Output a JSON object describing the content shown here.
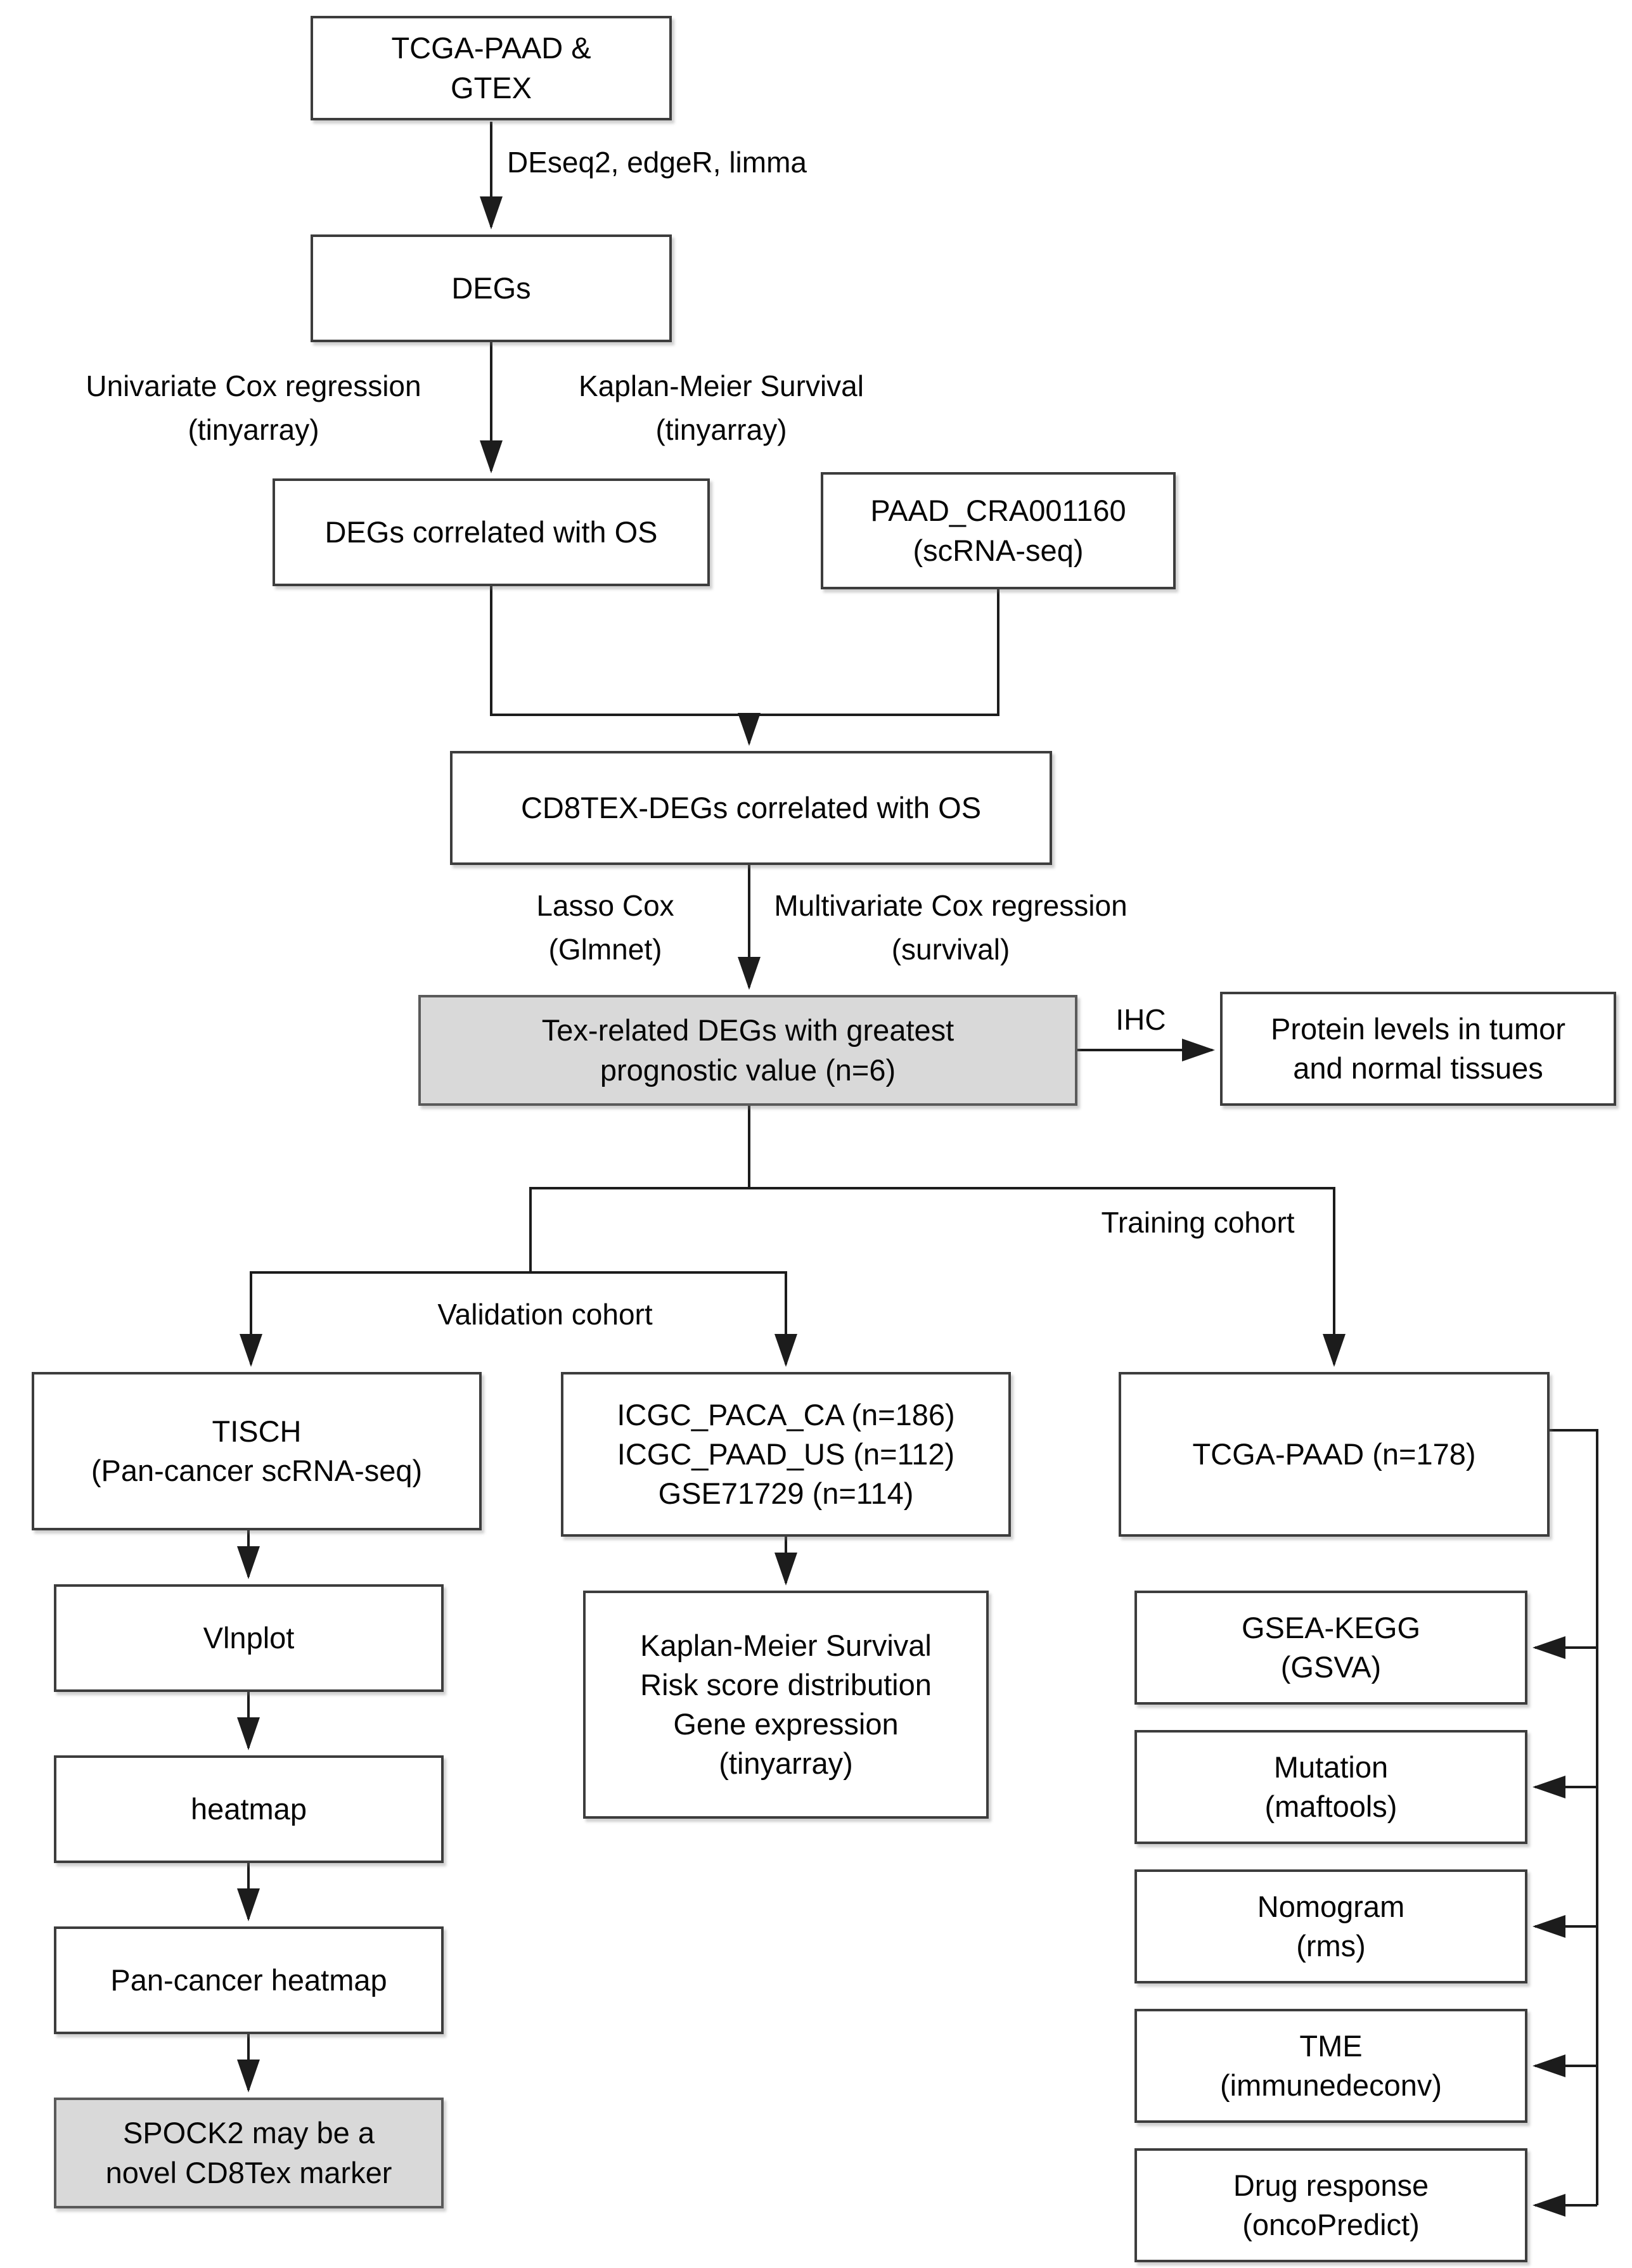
{
  "figure": {
    "type": "flowchart",
    "background": "#ffffff"
  },
  "colors": {
    "box_fill": "#ffffff",
    "highlight_fill": "#d9d9d9",
    "box_border": "#3d3d3d",
    "line": "#1c1c1c",
    "text": "#060606"
  },
  "nodes": {
    "tcga_gtex": {
      "label": "TCGA-PAAD &\nGTEX"
    },
    "degs": {
      "label": "DEGs"
    },
    "degs_os": {
      "label": "DEGs correlated with OS"
    },
    "paad_cra": {
      "label": "PAAD_CRA001160\n(scRNA-seq)"
    },
    "cd8tex": {
      "label": "CD8TEX-DEGs correlated with OS"
    },
    "tex_top": {
      "label": "Tex-related DEGs with greatest\nprognostic value (n=6)"
    },
    "protein": {
      "label": "Protein levels in tumor\nand normal tissues"
    },
    "tisch": {
      "label": "TISCH\n(Pan-cancer scRNA-seq)"
    },
    "icgc": {
      "label": "ICGC_PACA_CA (n=186)\nICGC_PAAD_US (n=112)\nGSE71729 (n=114)"
    },
    "tcga_paad": {
      "label": "TCGA-PAAD (n=178)"
    },
    "vlnplot": {
      "label": "Vlnplot"
    },
    "heatmap": {
      "label": "heatmap"
    },
    "pancancer": {
      "label": "Pan-cancer heatmap"
    },
    "spock2": {
      "label": "SPOCK2 may be a\nnovel CD8Tex marker"
    },
    "km_box": {
      "label": "Kaplan-Meier Survival\nRisk score distribution\nGene expression\n(tinyarray)"
    },
    "gsea": {
      "label": "GSEA-KEGG\n(GSVA)"
    },
    "mutation": {
      "label": "Mutation\n(maftools)"
    },
    "nomogram": {
      "label": "Nomogram\n(rms)"
    },
    "tme": {
      "label": "TME\n(immunedeconv)"
    },
    "drug": {
      "label": "Drug response\n(oncoPredict)"
    }
  },
  "edge_labels": {
    "deseq": "DEseq2, edgeR, limma",
    "univariate": "Univariate Cox regression\n(tinyarray)",
    "km_survival": "Kaplan-Meier Survival\n(tinyarray)",
    "lasso": "Lasso Cox\n(Glmnet)",
    "multivariate": "Multivariate Cox regression\n(survival)",
    "ihc": "IHC",
    "training": "Training cohort",
    "validation": "Validation cohort"
  }
}
